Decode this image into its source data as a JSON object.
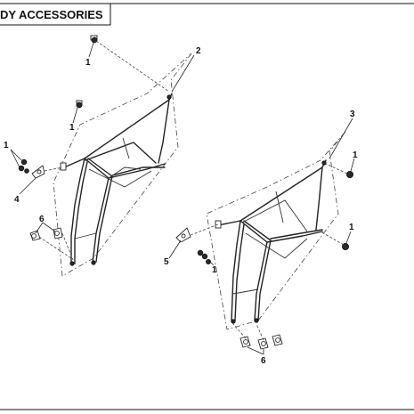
{
  "header": {
    "title": "DY ACCESSORIES"
  },
  "callouts": {
    "c1_top": "1",
    "c1_left_upper": "1",
    "c1_left_group": "1",
    "c1_right_upper": "1",
    "c1_right_lower": "1",
    "c1_center": "1",
    "c2": "2",
    "c3": "3",
    "c4": "4",
    "c5": "5",
    "c6_left": "6",
    "c6_right": "6"
  }
}
